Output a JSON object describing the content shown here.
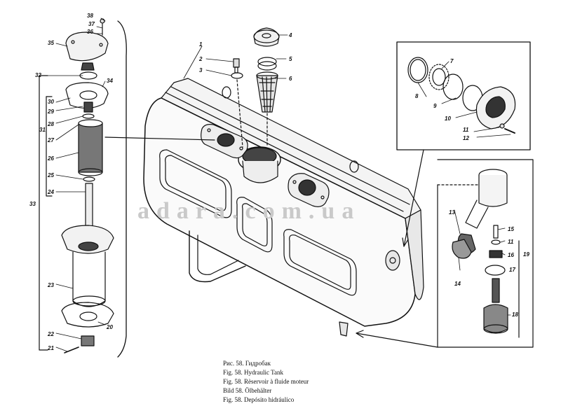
{
  "watermark": "adara.com.ua",
  "callouts": {
    "n1": "1",
    "n2": "2",
    "n3": "3",
    "n4": "4",
    "n5": "5",
    "n6": "6",
    "n7": "7",
    "n8": "8",
    "n9": "9",
    "n10": "10",
    "n11a": "11",
    "n11b": "11",
    "n12": "12",
    "n13": "13",
    "n14": "14",
    "n15": "15",
    "n16": "16",
    "n17": "17",
    "n18": "18",
    "n19": "19",
    "n20": "20",
    "n21": "21",
    "n22": "22",
    "n23": "23",
    "n24": "24",
    "n25": "25",
    "n26": "26",
    "n27": "27",
    "n28": "28",
    "n29": "29",
    "n30": "30",
    "n31": "31",
    "n32": "32",
    "n33": "33",
    "n34": "34",
    "n35": "35",
    "n36": "36",
    "n37": "37",
    "n38": "38"
  },
  "caption": {
    "ru": "Рис. 58. Гидробак",
    "en": "Fig. 58. Hydraulic Tank",
    "fr": "Fig. 58. Rèservoir à fluide moteur",
    "de": "Bild 58. Ölbehälter",
    "es": "Fig. 58. Depósito hidráulico"
  }
}
